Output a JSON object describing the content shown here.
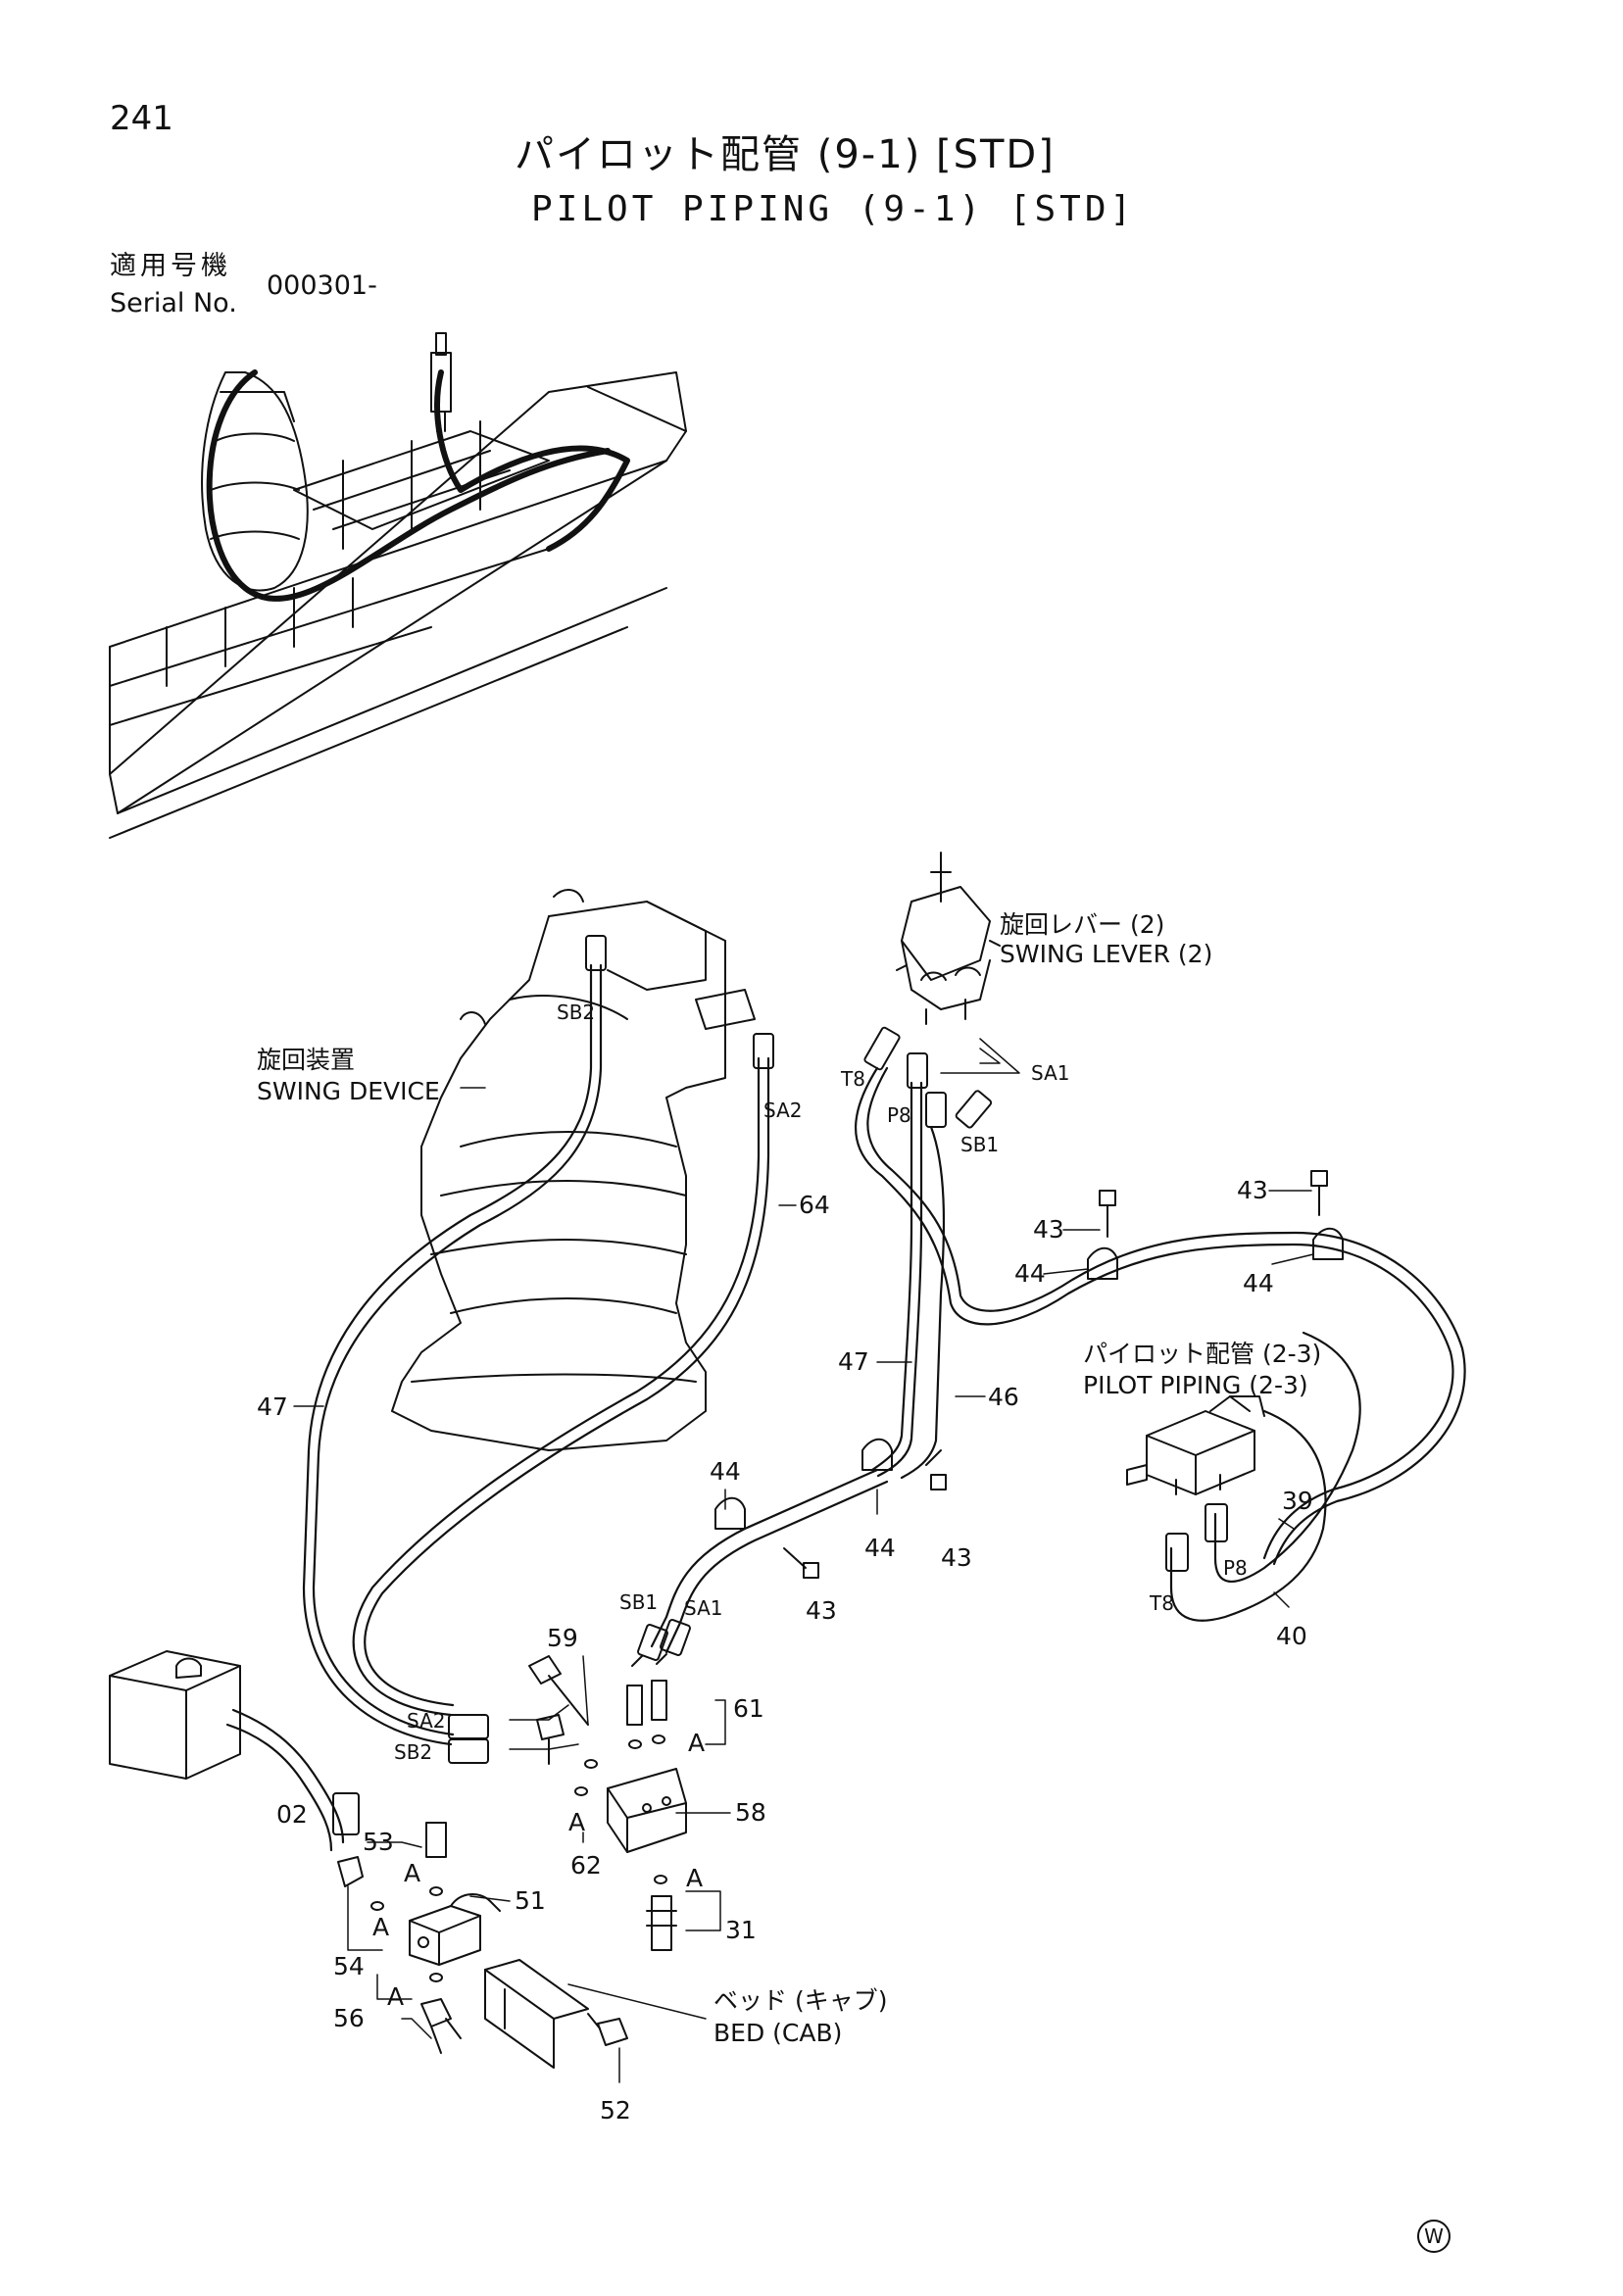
{
  "header": {
    "page_number": "241",
    "title_jp": "パイロット配管 (9-1) [STD]",
    "title_en": "PILOT PIPING (9-1) [STD]",
    "serial_label_jp": "適用号機",
    "serial_label_en": "Serial No.",
    "serial_value": "000301-"
  },
  "callouts": {
    "swing_lever_jp": "旋回レバー (2)",
    "swing_lever_en": "SWING LEVER (2)",
    "swing_device_jp": "旋回装置",
    "swing_device_en": "SWING DEVICE",
    "pilot_piping_jp": "パイロット配管 (2-3)",
    "pilot_piping_en": "PILOT PIPING (2-3)",
    "bed_jp": "ベッド (キャブ)",
    "bed_en": "BED (CAB)"
  },
  "port_labels": {
    "sb2_top": "SB2",
    "sa2_top": "SA2",
    "t8_top": "T8",
    "p8_top": "P8",
    "sa1_top": "SA1",
    "sb1_top": "SB1",
    "sb1_mid": "SB1",
    "sa1_mid": "SA1",
    "sa2_low": "SA2",
    "sb2_low": "SB2",
    "t8_right": "T8",
    "p8_right": "P8",
    "a1": "A",
    "a2": "A",
    "a3": "A",
    "a4": "A",
    "a5": "A",
    "a6": "A"
  },
  "part_numbers": {
    "p64": "64",
    "p47_left": "47",
    "p47_mid": "47",
    "p46": "46",
    "p43_a": "43",
    "p43_b": "43",
    "p43_c": "43",
    "p43_d": "43",
    "p44_a": "44",
    "p44_b": "44",
    "p44_c": "44",
    "p44_d": "44",
    "p39": "39",
    "p40": "40",
    "p59": "59",
    "p61": "61",
    "p58": "58",
    "p62": "62",
    "p31": "31",
    "p02": "02",
    "p53": "53",
    "p51": "51",
    "p54": "54",
    "p56": "56",
    "p52": "52"
  },
  "watermark": "W"
}
